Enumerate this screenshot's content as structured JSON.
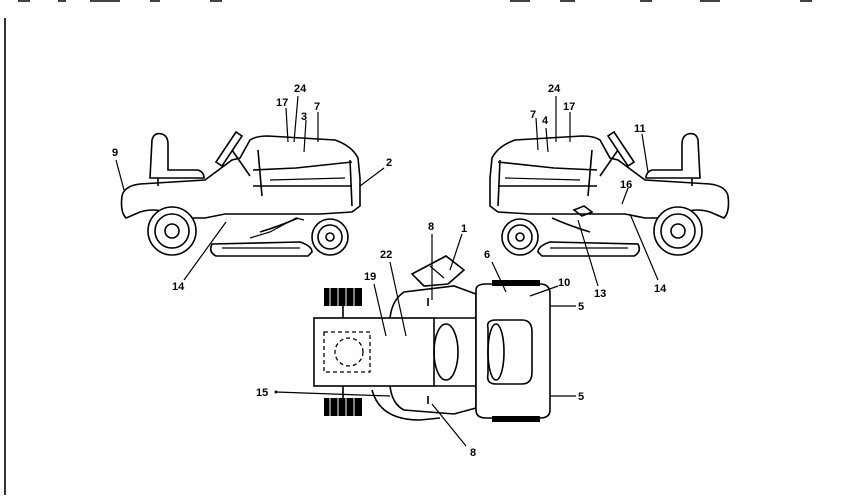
{
  "callouts": {
    "left_mower": [
      "24",
      "17",
      "3",
      "7",
      "9",
      "2",
      "14"
    ],
    "right_mower": [
      "24",
      "7",
      "4",
      "17",
      "11",
      "16",
      "13",
      "14"
    ],
    "top_view": [
      "8",
      "1",
      "22",
      "19",
      "6",
      "10",
      "5",
      "5",
      "15",
      "8"
    ]
  },
  "colors": {
    "ink": "#000000",
    "paper": "#ffffff"
  }
}
